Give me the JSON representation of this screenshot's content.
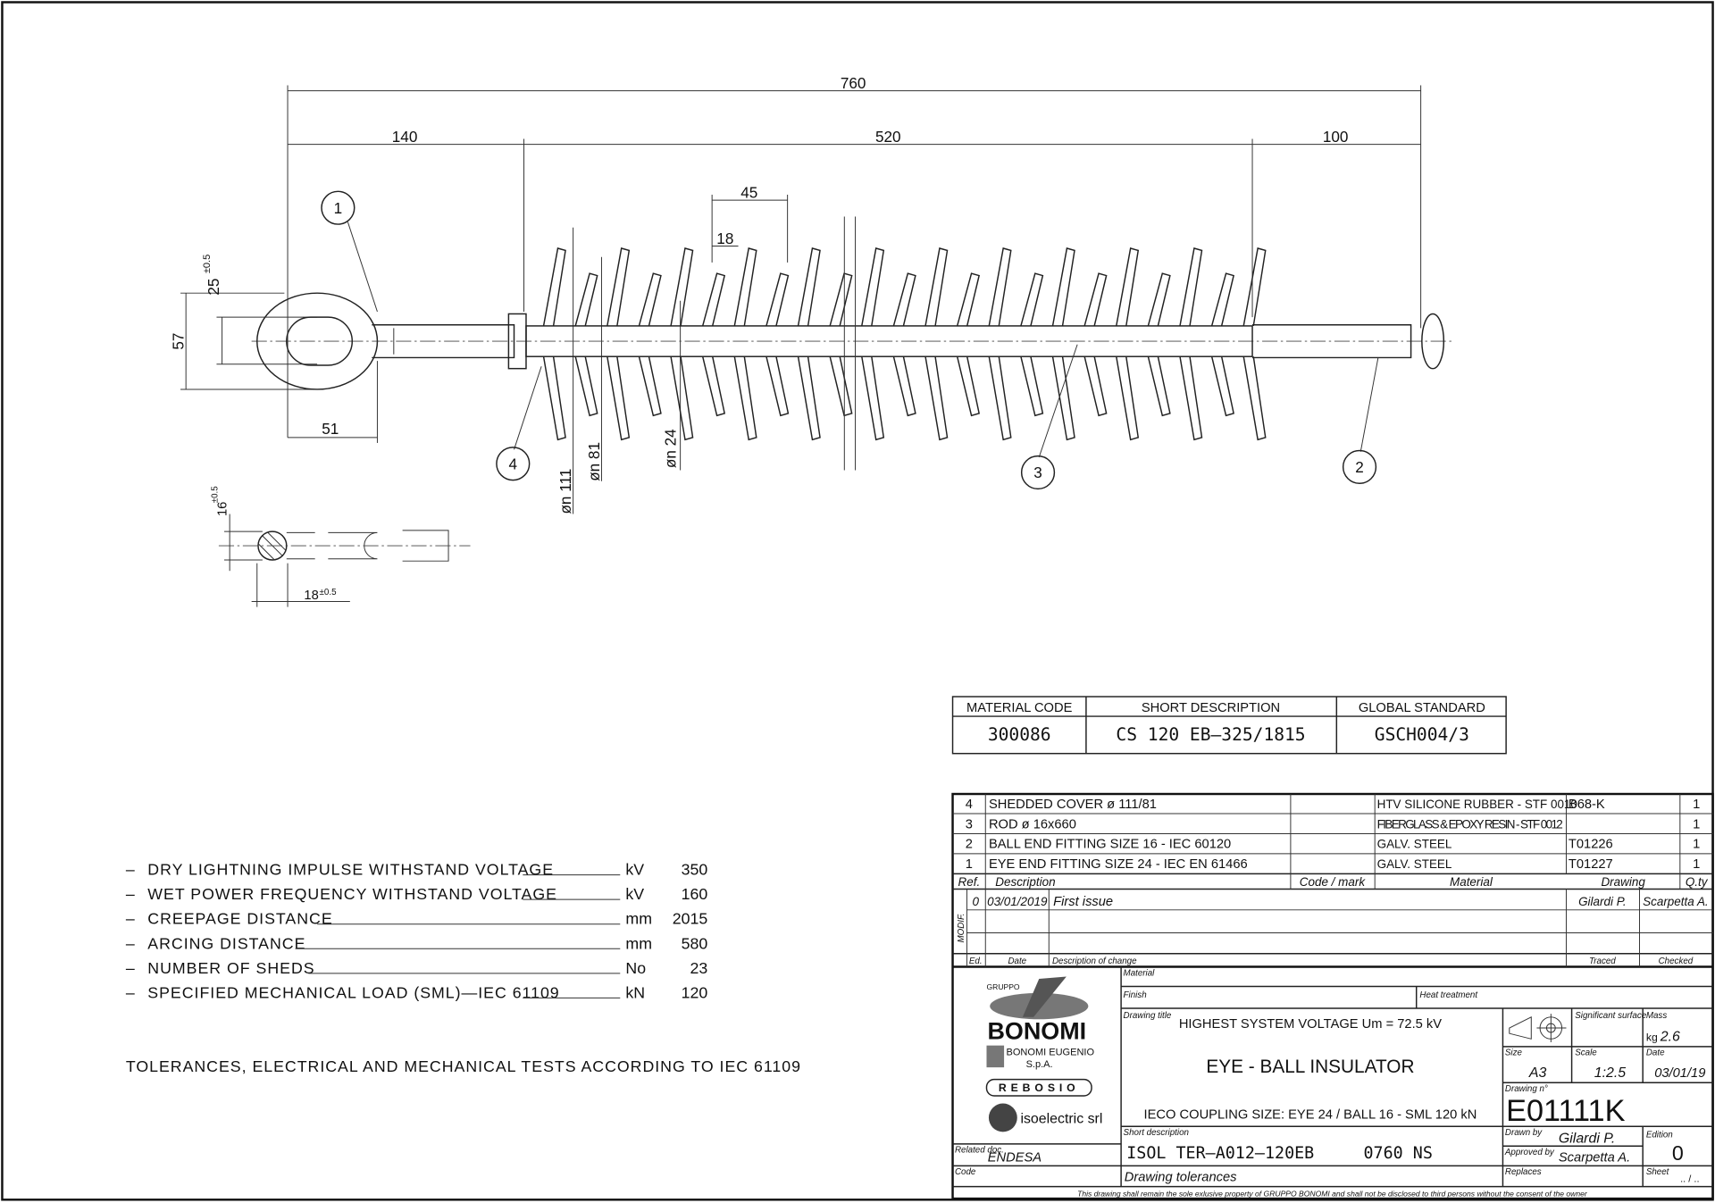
{
  "dimensions": {
    "overall": "760",
    "eye": "140",
    "housing": "520",
    "ball": "100",
    "pitch": "45",
    "shed_gap": "18",
    "eye_height": "57",
    "eye_slot": "25",
    "eye_slot_tol": "±0.5",
    "eye_width": "51",
    "d_large": "øn 111",
    "d_small": "øn 81",
    "d_rod": "øn 24",
    "section_h": "16",
    "section_h_tol": "±0.5",
    "section_w": "18",
    "section_w_tol": "±0.5"
  },
  "balloons": [
    "1",
    "2",
    "3",
    "4"
  ],
  "specs": [
    {
      "label": "DRY LIGHTNING IMPULSE WITHSTAND VOLTAGE",
      "unit": "kV",
      "value": "350"
    },
    {
      "label": "WET POWER FREQUENCY WITHSTAND VOLTAGE",
      "unit": "kV",
      "value": "160"
    },
    {
      "label": "CREEPAGE DISTANCE",
      "unit": "mm",
      "value": "2015"
    },
    {
      "label": "ARCING DISTANCE",
      "unit": "mm",
      "value": "580"
    },
    {
      "label": "NUMBER OF SHEDS",
      "unit": "No",
      "value": "23"
    },
    {
      "label": "SPECIFIED MECHANICAL LOAD (SML)—IEC 61109",
      "unit": "kN",
      "value": "120"
    }
  ],
  "note": "TOLERANCES, ELECTRICAL AND MECHANICAL TESTS ACCORDING TO IEC 61109",
  "material_table": {
    "headers": [
      "MATERIAL CODE",
      "SHORT DESCRIPTION",
      "GLOBAL STANDARD"
    ],
    "values": [
      "300086",
      "CS 120 EB—325/1815",
      "GSCH004/3"
    ]
  },
  "parts": [
    {
      "ref": "4",
      "desc": "SHEDDED COVER ø 111/81",
      "code": "",
      "material": "HTV SILICONE RUBBER - STF 0010",
      "drawing": "B68-K",
      "qty": "1"
    },
    {
      "ref": "3",
      "desc": "ROD ø 16x660",
      "code": "",
      "material": "FIBERGLASS & EPOXY RESIN - STF 0012",
      "drawing": "",
      "qty": "1"
    },
    {
      "ref": "2",
      "desc": "BALL END FITTING SIZE 16 - IEC 60120",
      "code": "",
      "material": "GALV. STEEL",
      "drawing": "T01226",
      "qty": "1"
    },
    {
      "ref": "1",
      "desc": "EYE END FITTING SIZE 24 - IEC EN 61466",
      "code": "",
      "material": "GALV. STEEL",
      "drawing": "T01227",
      "qty": "1"
    }
  ],
  "parts_headers": {
    "ref": "Ref.",
    "desc": "Description",
    "code": "Code / mark",
    "material": "Material",
    "drawing": "Drawing",
    "qty": "Q.ty"
  },
  "revision": {
    "ed": "0",
    "date": "03/01/2019",
    "desc": "First issue",
    "traced": "Gilardi P.",
    "checked": "Scarpetta A.",
    "side": "MODIF.",
    "h_ed": "Ed.",
    "h_date": "Date",
    "h_desc": "Description of change",
    "h_traced": "Traced",
    "h_checked": "Checked"
  },
  "title_block": {
    "logo_gruppo": "GRUPPO",
    "logo_bonomi": "BONOMI",
    "logo_eugenio": "BONOMI EUGENIO",
    "logo_spa": "S.p.A.",
    "logo_rebosio": "REBOSIO",
    "logo_isoelectric": "isoelectric srl",
    "material_label": "Material",
    "finish_label": "Finish",
    "heat_label": "Heat treatment",
    "drawing_title_label": "Drawing title",
    "title_line1": "HIGHEST SYSTEM VOLTAGE Um = 72.5 kV",
    "title_main": "EYE - BALL INSULATOR",
    "title_line3": "IECO COUPLING SIZE: EYE 24 / BALL 16  - SML 120 kN",
    "surface_label": "Significant surface",
    "mass_label": "Mass",
    "mass_unit": "kg",
    "mass": "2.6",
    "size_label": "Size",
    "size": "A3",
    "scale_label": "Scale",
    "scale": "1:2.5",
    "date_label": "Date",
    "date": "03/01/19",
    "drawing_no_label": "Drawing n°",
    "drawing_no": "E01111K",
    "short_desc_label": "Short description",
    "short_desc": "ISOL TER—A012—120EB     0760 NS",
    "drawn_by_label": "Drawn by",
    "drawn_by": "Gilardi P.",
    "approved_label": "Approved by",
    "approved_by": "Scarpetta A.",
    "edition_label": "Edition",
    "edition": "0",
    "related_label": "Related doc.",
    "related": "ENDESA",
    "code_label": "Code",
    "tolerances": "Drawing tolerances",
    "replaces_label": "Replaces",
    "sheet_label": "Sheet",
    "sheet": ".. / ..",
    "footer": "This drawing shall remain the sole exlusive property of GRUPPO BONOMI and shall not be disclosed to third persons without the consent of the owner"
  }
}
